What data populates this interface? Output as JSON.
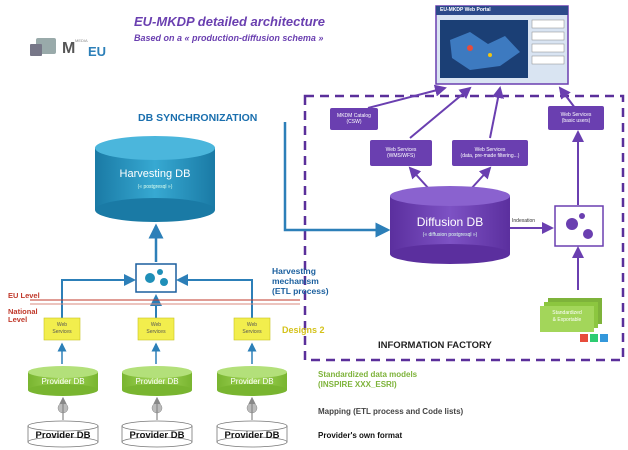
{
  "title": "EU-MKDP detailed architecture",
  "subtitle": "Based on a « production-diffusion schema »",
  "logo": {
    "text_m": "M",
    "text_eu": "EU",
    "text_small": "MEDIA"
  },
  "db_sync_label": "DB SYNCHRONIZATION",
  "harvesting_db": {
    "label": "Harvesting DB",
    "sub": "(« postgresql »)"
  },
  "diffusion_db": {
    "label": "Diffusion DB",
    "sub": "(« diffusion postgresql »)"
  },
  "harvesting_mechanism": {
    "line1": "Harvesting",
    "line2": "mechanism",
    "line3": "(ETL process)"
  },
  "eu_level": "EU Level",
  "national_level": {
    "line1": "National",
    "line2": "Level"
  },
  "designs_label": "Designs 2",
  "web_services": [
    {
      "line1": "Web",
      "line2": "Services"
    },
    {
      "line1": "Web",
      "line2": "Services"
    },
    {
      "line1": "Web",
      "line2": "Services"
    }
  ],
  "provider_dbs_green": [
    "Provider DB",
    "Provider DB",
    "Provider DB"
  ],
  "provider_dbs_white": [
    "Provider DB",
    "Provider DB",
    "Provider DB"
  ],
  "standardized_note": {
    "line1": "Standardized data models",
    "line2": "(INSPIRE XXX_ESRI)"
  },
  "mapping_note": "Mapping (ETL process and Code lists)",
  "own_format_note": "Provider's own format",
  "web_portal_title": "EU-MKDP Web Portal",
  "purple_boxes": {
    "mkdm_catalog": {
      "line1": "MKDM Catalog",
      "line2": "(CSW)"
    },
    "ws_metadata": {
      "line1": "Web Services",
      "line2": "(WMS/WFS)"
    },
    "ws_data": {
      "line1": "Web Services",
      "line2": "(data, pre-made filtering...)"
    },
    "ws_users": {
      "line1": "Web Services",
      "line2": "(basic users)"
    }
  },
  "indexation_label": "Indexation",
  "exports": {
    "line1": "Standardized",
    "line2": "& Exportable"
  },
  "information_factory": "INFORMATION FACTORY",
  "colors": {
    "purple": "#6a3fb0",
    "teal": "#1f8fb8",
    "green": "#8cc63f",
    "yellow": "#f2ee4d",
    "blue_arrow": "#2c7fb8"
  }
}
